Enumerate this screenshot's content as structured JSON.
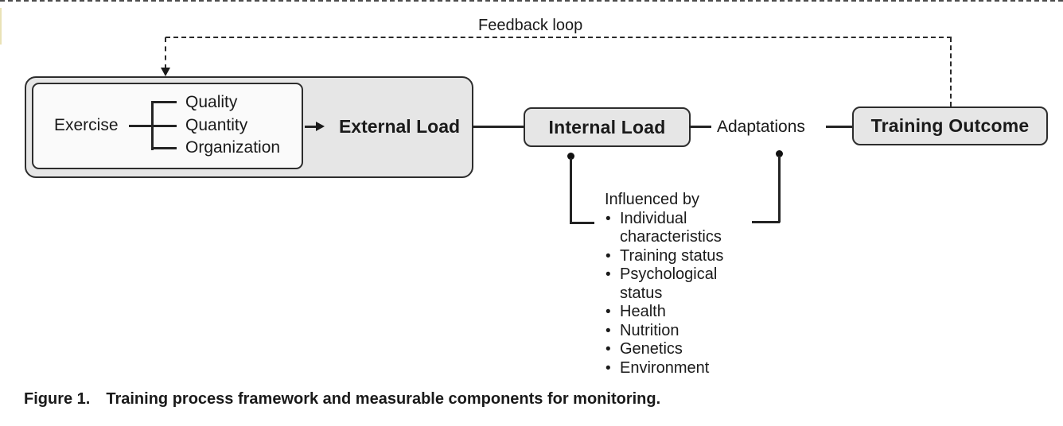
{
  "colors": {
    "box_fill": "#e6e6e6",
    "inner_box_fill": "#fafafa",
    "border": "#2d2d2d",
    "text": "#1a1a1a"
  },
  "feedback": {
    "label": "Feedback loop"
  },
  "exercise_group": {
    "label": "Exercise",
    "branches": [
      "Quality",
      "Quantity",
      "Organization"
    ]
  },
  "nodes": {
    "external_load": "External Load",
    "internal_load": "Internal Load",
    "adaptations": "Adaptations",
    "training_outcome": "Training Outcome"
  },
  "influenced_by": {
    "title": "Influenced by",
    "items": [
      "Individual characteristics",
      "Training status",
      "Psychological status",
      "Health",
      "Nutrition",
      "Genetics",
      "Environment"
    ]
  },
  "caption": {
    "label": "Figure 1.",
    "text": "Training process framework and measurable components for monitoring."
  }
}
